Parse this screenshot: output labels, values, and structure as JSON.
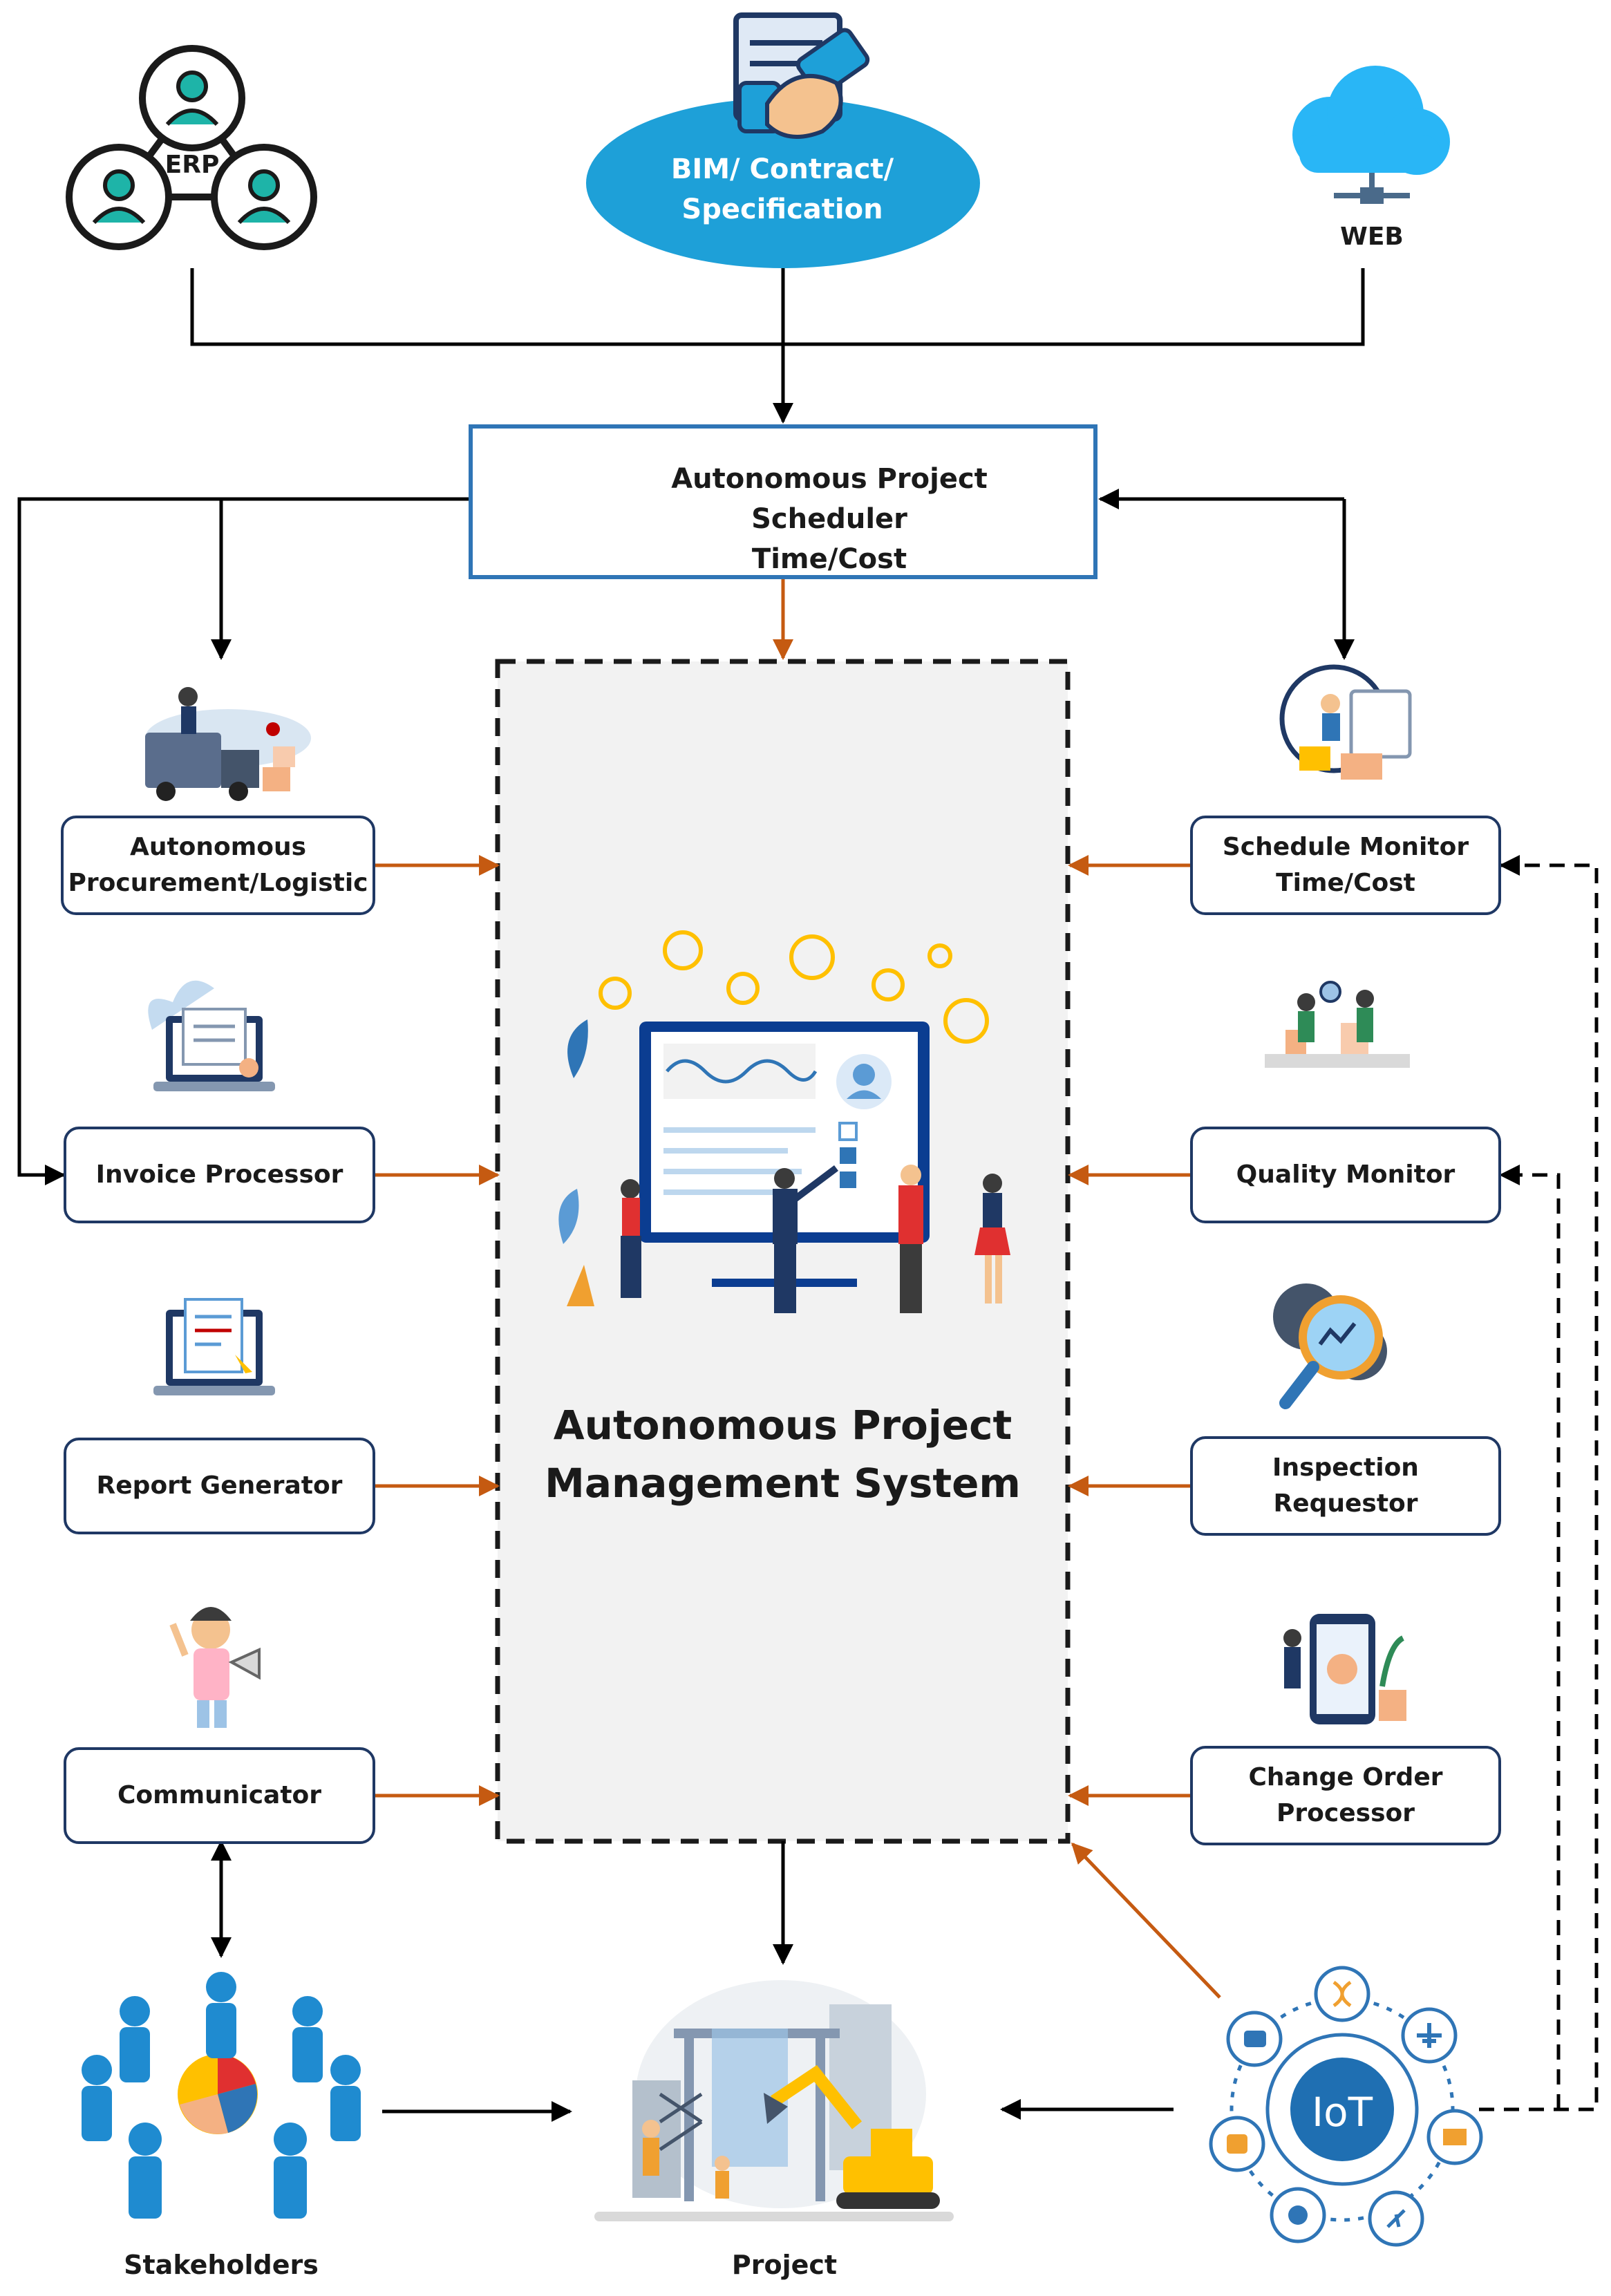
{
  "sources": {
    "erp_label": "ERP",
    "bim_label": "BIM/ Contract/\nSpecification",
    "web_label": "WEB"
  },
  "scheduler": {
    "label": "Autonomous Project Scheduler\nTime/Cost"
  },
  "center": {
    "title": "Autonomous Project\nManagement System"
  },
  "left_agents": [
    "Autonomous\nProcurement/Logistic",
    "Invoice Processor",
    "Report Generator",
    "Communicator"
  ],
  "right_agents": [
    "Schedule Monitor\nTime/Cost",
    "Quality Monitor",
    "Inspection\nRequestor",
    "Change Order\nProcessor"
  ],
  "bottom": {
    "stakeholders_label": "Stakeholders",
    "project_label": "Project",
    "iot_label": "IoT"
  },
  "colors": {
    "dark_arrow": "#000000",
    "orange_arrow": "#c55a11",
    "box_border": "#1f3864",
    "scheduler_border": "#2f75b6",
    "bim_ellipse": "#1ea0d8",
    "iot_blue": "#1f6fb2",
    "center_fill": "#f2f2f2"
  }
}
